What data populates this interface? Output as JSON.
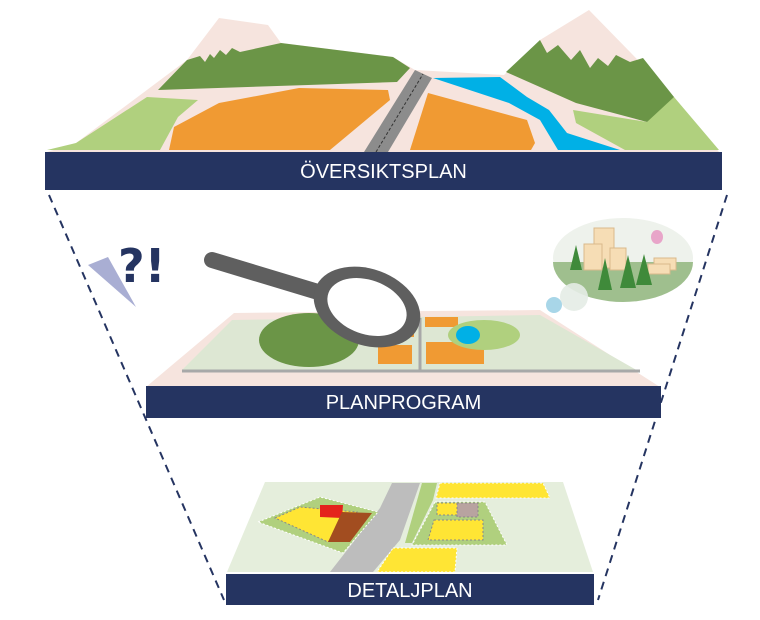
{
  "levels": [
    {
      "label": "ÖVERSIKTSPLAN"
    },
    {
      "label": "PLANPROGRAM"
    },
    {
      "label": "DETALJPLAN"
    }
  ],
  "question_mark": "?!",
  "colors": {
    "bar": "#253461",
    "orange": "#f09a33",
    "dark_green": "#6b9547",
    "light_green": "#b0d07e",
    "water": "#00b0e6",
    "snow": "#f6e4de",
    "road": "#8c8c8c",
    "yellow": "#ffe534",
    "red": "#e4231c",
    "brown": "#a24d20"
  }
}
